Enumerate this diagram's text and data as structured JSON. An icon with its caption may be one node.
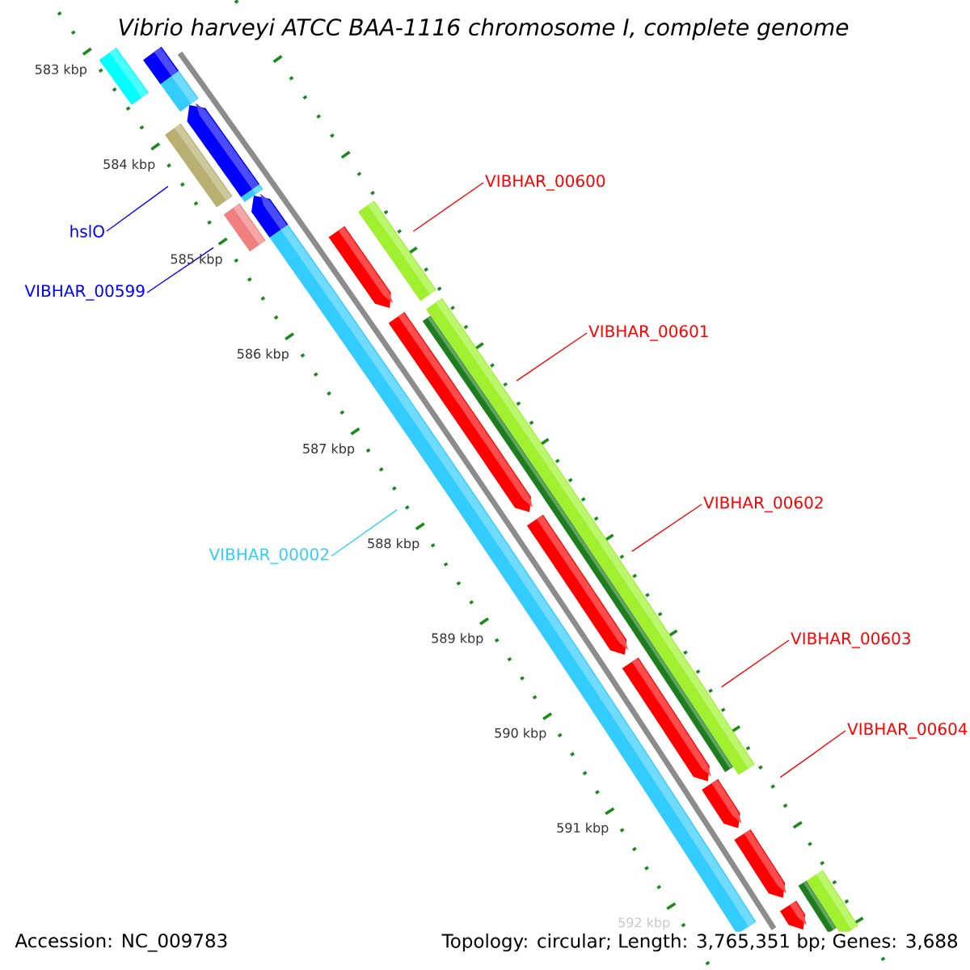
{
  "diagram": {
    "title": "Vibrio harveyi ATCC BAA-1116 chromosome I, complete genome",
    "nodes": [
      {
        "text": [
          "hslO"
        ]
      },
      {
        "text": [
          "VIBHAR_00599"
        ]
      },
      {
        "text": [
          "VIBHAR_00002"
        ]
      },
      {
        "text": [
          "VIBHAR_00600"
        ]
      },
      {
        "text": [
          "VIBHAR_00601"
        ]
      },
      {
        "text": [
          "VIBHAR_00602"
        ]
      },
      {
        "text": [
          "VIBHAR_00603"
        ]
      },
      {
        "text": [
          "VIBHAR_00604"
        ]
      },
      {
        "text": [],
        "shape": "bar"
      },
      {
        "text": [],
        "shape": "bar"
      },
      {
        "text": [],
        "shape": "bar"
      },
      {
        "text": [],
        "shape": "bar"
      },
      {
        "text": [],
        "shape": "bar"
      },
      {
        "text": [],
        "shape": "bar"
      },
      {
        "text": [],
        "shape": "bar"
      },
      {
        "text": [],
        "shape": "bar"
      }
    ],
    "edges": [
      {
        "from": 0,
        "to": 8,
        "arrow": "none",
        "color": "#0000ff"
      },
      {
        "from": 1,
        "to": 9,
        "arrow": "none",
        "color": "#0000ff"
      },
      {
        "from": 2,
        "to": 10,
        "arrow": "none",
        "color": "#33ccff"
      },
      {
        "from": 3,
        "to": 11,
        "arrow": "none"
      },
      {
        "from": 4,
        "to": 12,
        "arrow": "none"
      },
      {
        "from": 5,
        "to": 13,
        "arrow": "none"
      },
      {
        "from": 6,
        "to": 14,
        "arrow": "none"
      },
      {
        "from": 7,
        "to": 15,
        "arrow": "none"
      }
    ],
    "labels": [
      "583 kbp",
      "584 kbp",
      "585 kbp",
      "586 kbp",
      "587 kbp",
      "588 kbp",
      "589 kbp",
      "590 kbp",
      "591 kbp",
      "592 kbp",
      "Accession: NC_009783",
      "Topology: circular; Length: 3,765,351 bp; Genes: 3,688"
    ]
  }
}
